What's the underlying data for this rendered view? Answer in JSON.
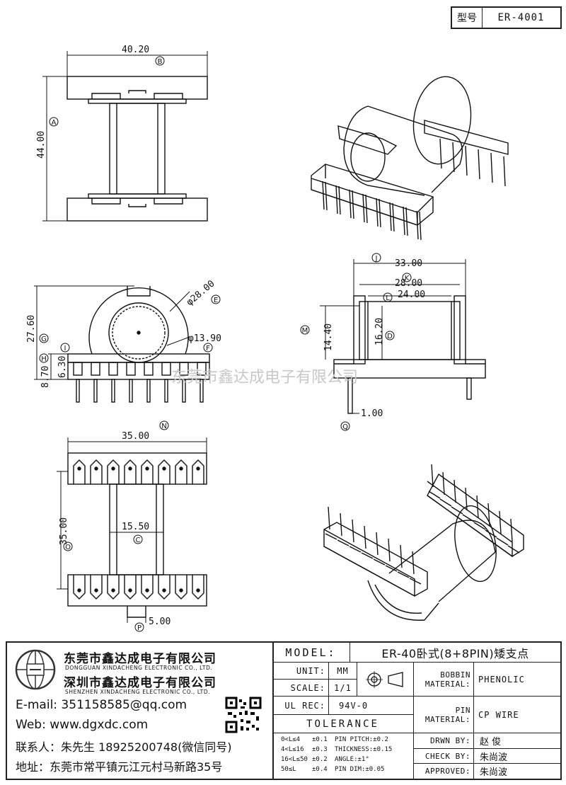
{
  "header": {
    "model_label": "型号",
    "model_value": "ER-4001"
  },
  "dimensions": {
    "top_width": "40.20",
    "top_height": "44.00",
    "front_diameter_outer": "φ28.00",
    "front_diameter_inner": "φ13.90",
    "front_height_total": "27.60",
    "front_height_8_70": "8.70",
    "front_height_6_30": "6.30",
    "side_width_33": "33.00",
    "side_width_28": "28.00",
    "side_width_24": "24.00",
    "side_height_14_40": "14.40",
    "side_height_16_20": "16.20",
    "side_pin_1_00": "1.00",
    "bottom_width_35": "35.00",
    "bottom_height_35": "35.00",
    "bottom_core_15_50": "15.50",
    "bottom_pin_5_00": "5.00"
  },
  "markers": [
    "A",
    "B",
    "C",
    "D",
    "E",
    "F",
    "G",
    "H",
    "I",
    "J",
    "K",
    "L",
    "M",
    "N",
    "O",
    "P",
    "Q"
  ],
  "watermark": "东莞市鑫达成电子有限公司",
  "company": {
    "name1": "东莞市鑫达成电子有限公司",
    "name1_en": "DONGGUAN XINDACHENG ELECTRONIC CO., LTD.",
    "name2": "深圳市鑫达成电子有限公司",
    "name2_en": "SHENZHEN XINDACHENG ELECTRONIC CO., LTD.",
    "email": "E-mail: 351158585@qq.com",
    "web": "Web: www.dgxdc.com",
    "contact": "联系人：朱先生 18925200748(微信同号)",
    "address": "地址：东莞市常平镇元江元村马新路35号"
  },
  "title_block": {
    "model_label": "MODEL:",
    "model_value": "ER-40卧式(8+8PIN)矮支点",
    "unit_label": "UNIT:",
    "unit_value": "MM",
    "scale_label": "SCALE:",
    "scale_value": "1/1",
    "ulrec_label": "UL REC:",
    "ulrec_value": "94V-0",
    "tolerance_label": "TOLERANCE",
    "tolerance_rows": [
      [
        "0<L≤4",
        "±0.1",
        "PIN PITCH:±0.2"
      ],
      [
        "4<L≤16",
        "±0.3",
        "THICKNESS:±0.15"
      ],
      [
        "16<L≤50",
        "±0.2",
        "ANGLE:±1°"
      ],
      [
        "50≤L",
        "±0.4",
        "PIN DIM:±0.05"
      ]
    ],
    "bobbin_label": "BOBBIN MATERIAL:",
    "bobbin_value": "PHENOLIC",
    "pin_label": "PIN MATERIAL:",
    "pin_value": "CP WIRE",
    "drawn_label": "DRWN BY:",
    "drawn_value": "赵 俊",
    "check_label": "CHECK BY:",
    "check_value": "朱尚波",
    "approved_label": "APPROVED:",
    "approved_value": "朱尚波"
  }
}
